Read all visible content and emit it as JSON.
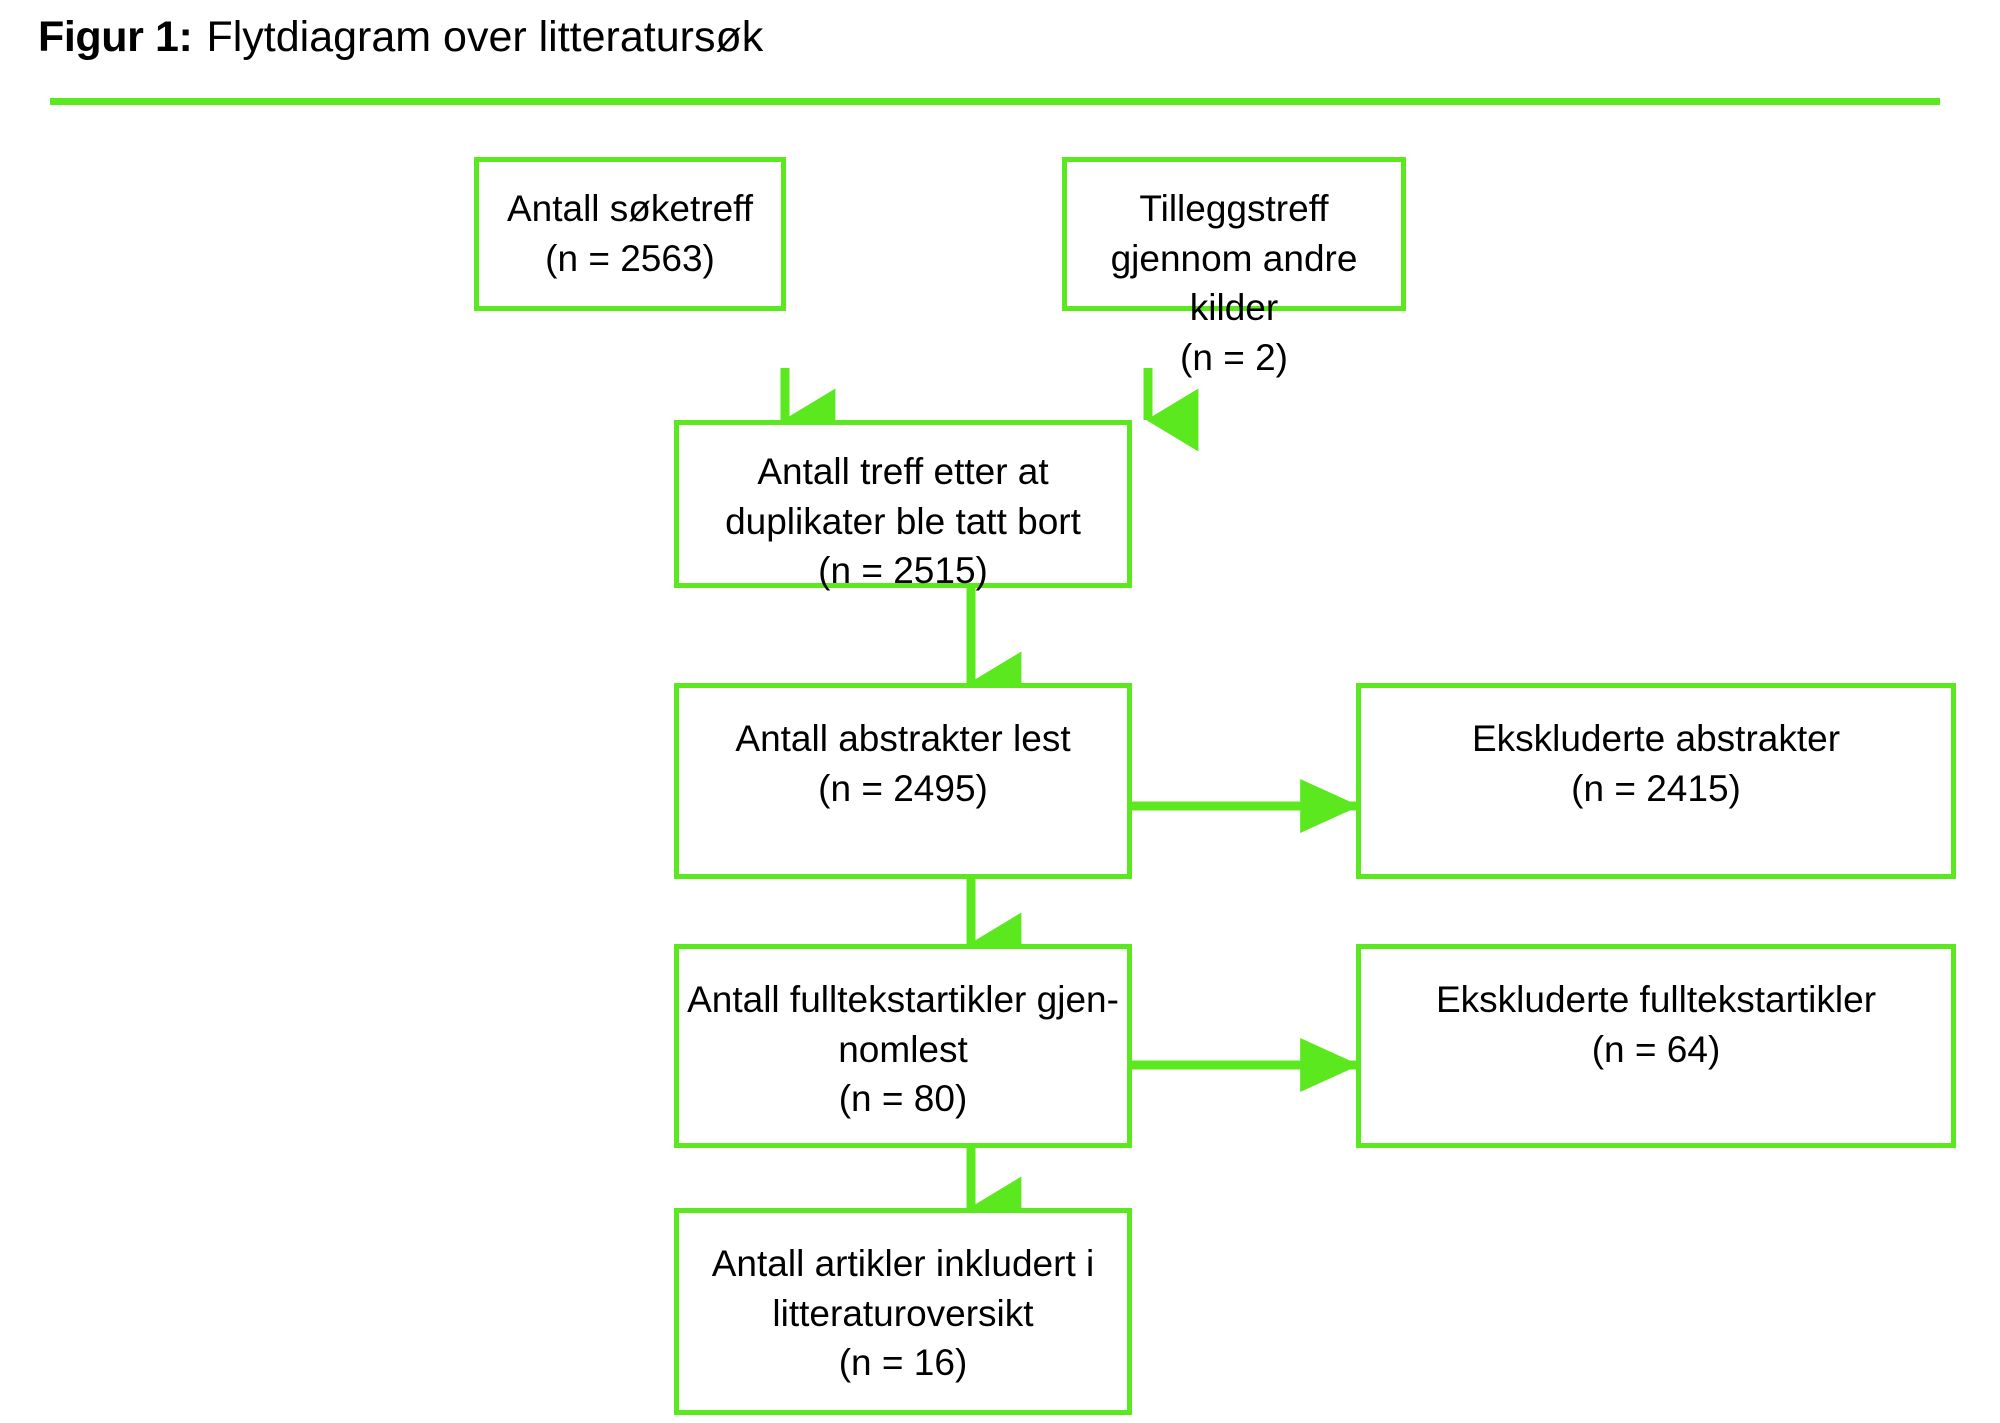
{
  "figure": {
    "label": "Figur 1:",
    "caption": "Flytdiagram over litteratursøk",
    "rule_color": "#5BE81E"
  },
  "colors": {
    "accent_green": "#5BE81E",
    "text": "#000000",
    "background": "#FFFFFF"
  },
  "chart_data": {
    "type": "diagram",
    "title": "Figur 1: Flytdiagram over litteratursøk",
    "diagram_kind": "prisma-flowchart",
    "nodes": [
      {
        "id": "search",
        "label": "Antall søketreff\n(n = 2563)",
        "n": 2563
      },
      {
        "id": "extra",
        "label": "Tilleggstreff\ngjennom andre kilder\n(n = 2)",
        "n": 2
      },
      {
        "id": "dedup",
        "label": "Antall treff etter at\nduplikater ble tatt bort\n(n = 2515)",
        "n": 2515
      },
      {
        "id": "abstracts",
        "label": "Antall abstrakter lest\n(n = 2495)",
        "n": 2495
      },
      {
        "id": "excl_abs",
        "label": "Ekskluderte abstrakter\n(n = 2415)",
        "n": 2415
      },
      {
        "id": "fulltext",
        "label": "Antall fulltekstartikler gjen-\nnomlest\n(n = 80)",
        "n": 80
      },
      {
        "id": "excl_full",
        "label": "Ekskluderte fulltekstartikler\n(n = 64)",
        "n": 64
      },
      {
        "id": "included",
        "label": "Antall artikler inkludert i\nlitteraturoversikt\n(n = 16)",
        "n": 16
      }
    ],
    "edges": [
      {
        "from": "search",
        "to": "dedup",
        "direction": "down"
      },
      {
        "from": "extra",
        "to": "dedup",
        "direction": "down"
      },
      {
        "from": "dedup",
        "to": "abstracts",
        "direction": "down"
      },
      {
        "from": "abstracts",
        "to": "excl_abs",
        "direction": "right"
      },
      {
        "from": "abstracts",
        "to": "fulltext",
        "direction": "down"
      },
      {
        "from": "fulltext",
        "to": "excl_full",
        "direction": "right"
      },
      {
        "from": "fulltext",
        "to": "included",
        "direction": "down"
      }
    ]
  },
  "nodes": {
    "search": {
      "text": "Antall søketreff\n(n = 2563)"
    },
    "extra": {
      "text": "Tilleggstreff\ngjennom andre kilder\n(n = 2)"
    },
    "dedup": {
      "text": "Antall treff etter at\nduplikater ble tatt bort\n(n = 2515)"
    },
    "abstracts": {
      "text": "Antall abstrakter lest\n(n = 2495)"
    },
    "excl_abs": {
      "text": "Ekskluderte abstrakter\n(n = 2415)"
    },
    "fulltext": {
      "text": "Antall fulltekstartikler gjen-\nnomlest\n(n = 80)"
    },
    "excl_full": {
      "text": "Ekskluderte fulltekstartikler\n(n = 64)"
    },
    "included": {
      "text": "Antall artikler inkludert i\nlitteraturoversikt\n(n = 16)"
    }
  }
}
